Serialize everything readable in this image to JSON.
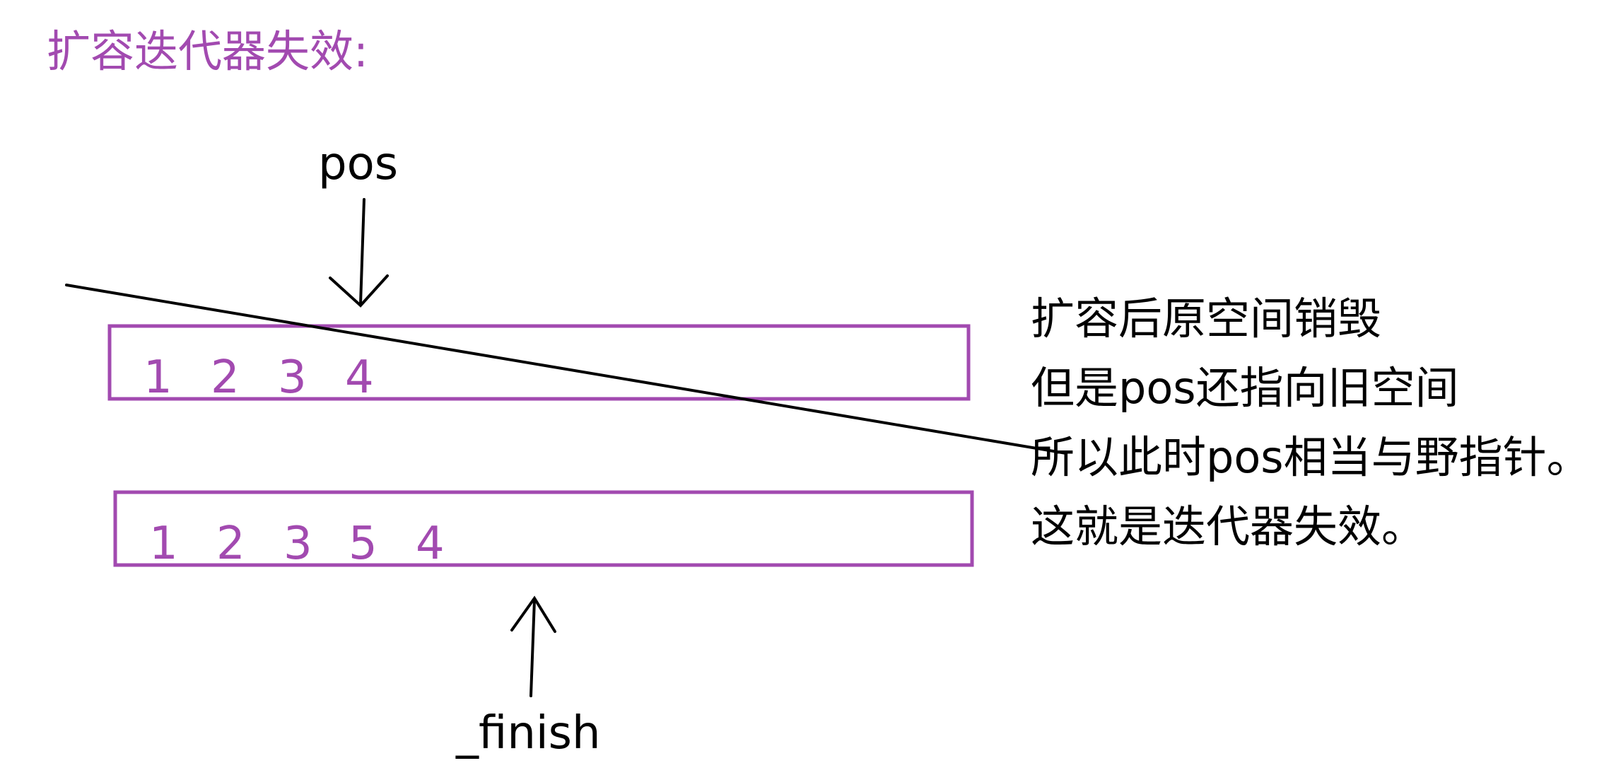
{
  "colors": {
    "accent": "#a24ab0",
    "ink": "#000000"
  },
  "title": "扩容迭代器失效:",
  "labels": {
    "pos": "pos",
    "finish": "_finish"
  },
  "old_array": {
    "values": [
      "1",
      "2",
      "3",
      "4"
    ],
    "crossed_out": true
  },
  "new_array": {
    "values": [
      "1",
      "2",
      "3",
      "5",
      "4"
    ]
  },
  "notes": [
    "扩容后原空间销毁",
    "但是pos还指向旧空间",
    "所以此时pos相当与野指针。",
    "这就是迭代器失效。"
  ]
}
